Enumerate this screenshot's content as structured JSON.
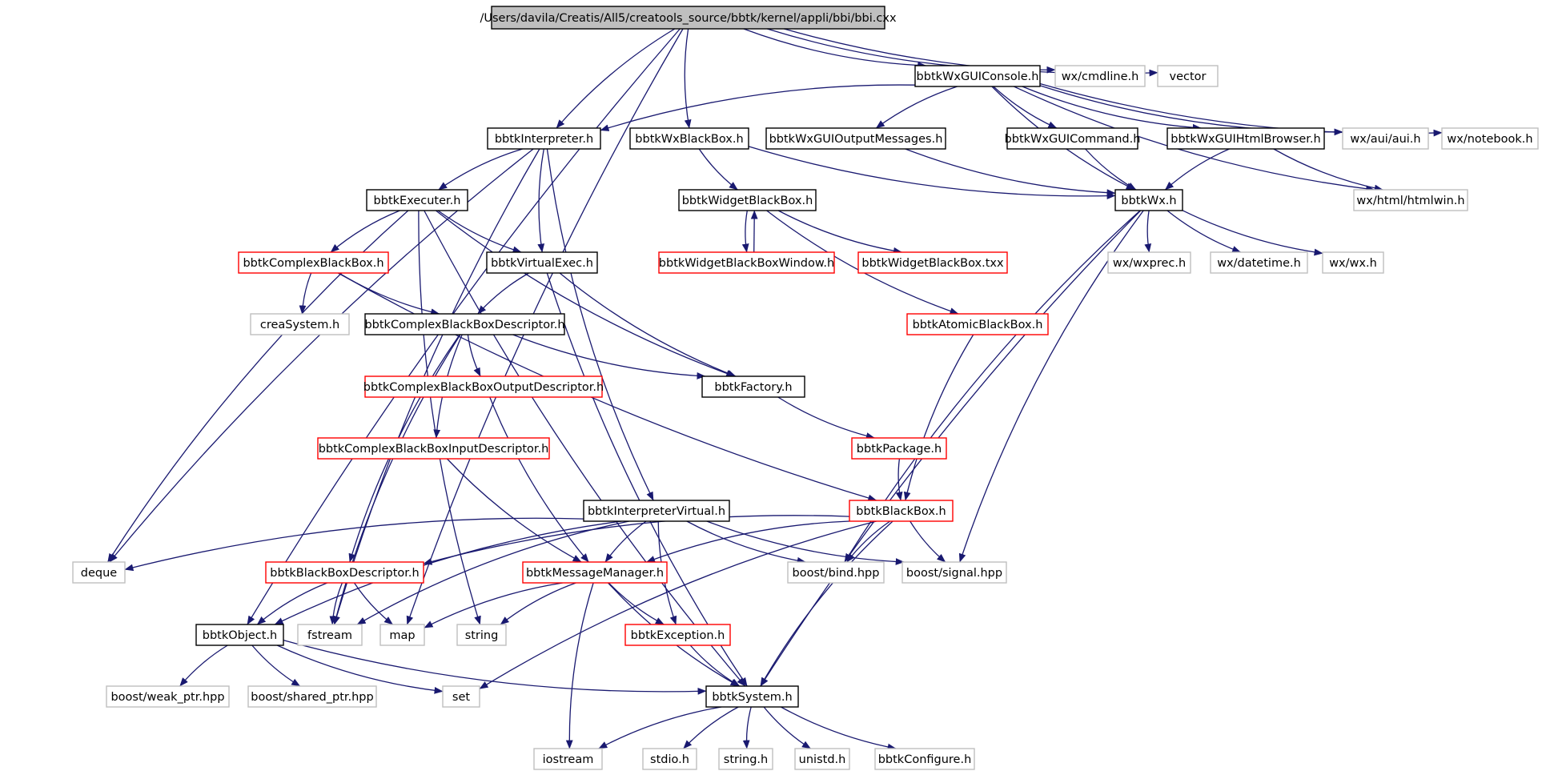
{
  "graph": {
    "nodes": [
      {
        "id": "bbi",
        "label": "/Users/davila/Creatis/All5/creatools_source/bbtk/kernel/appli/bbi/bbi.cxx",
        "style": "root"
      },
      {
        "id": "wxguiconsole",
        "label": "bbtkWxGUIConsole.h",
        "style": "black"
      },
      {
        "id": "wxcmdline",
        "label": "wx/cmdline.h",
        "style": "gray"
      },
      {
        "id": "vector",
        "label": "vector",
        "style": "gray"
      },
      {
        "id": "interpreter",
        "label": "bbtkInterpreter.h",
        "style": "black"
      },
      {
        "id": "wxblackbox",
        "label": "bbtkWxBlackBox.h",
        "style": "black"
      },
      {
        "id": "wxguioutput",
        "label": "bbtkWxGUIOutputMessages.h",
        "style": "black"
      },
      {
        "id": "wxguicommand",
        "label": "bbtkWxGUICommand.h",
        "style": "black"
      },
      {
        "id": "wxguihtml",
        "label": "bbtkWxGUIHtmlBrowser.h",
        "style": "black"
      },
      {
        "id": "wxaui",
        "label": "wx/aui/aui.h",
        "style": "gray"
      },
      {
        "id": "wxnotebook",
        "label": "wx/notebook.h",
        "style": "gray"
      },
      {
        "id": "executer",
        "label": "bbtkExecuter.h",
        "style": "black"
      },
      {
        "id": "widgetbb",
        "label": "bbtkWidgetBlackBox.h",
        "style": "black"
      },
      {
        "id": "bbtkwx",
        "label": "bbtkWx.h",
        "style": "black"
      },
      {
        "id": "htmlwin",
        "label": "wx/html/htmlwin.h",
        "style": "gray"
      },
      {
        "id": "complexbb",
        "label": "bbtkComplexBlackBox.h",
        "style": "red"
      },
      {
        "id": "virtualexec",
        "label": "bbtkVirtualExec.h",
        "style": "black"
      },
      {
        "id": "widgetbbwindow",
        "label": "bbtkWidgetBlackBoxWindow.h",
        "style": "red"
      },
      {
        "id": "widgetbbtxx",
        "label": "bbtkWidgetBlackBox.txx",
        "style": "red"
      },
      {
        "id": "wxprec",
        "label": "wx/wxprec.h",
        "style": "gray"
      },
      {
        "id": "datetime",
        "label": "wx/datetime.h",
        "style": "gray"
      },
      {
        "id": "wxwx",
        "label": "wx/wx.h",
        "style": "gray"
      },
      {
        "id": "creasystem",
        "label": "creaSystem.h",
        "style": "gray"
      },
      {
        "id": "cbbdesc",
        "label": "bbtkComplexBlackBoxDescriptor.h",
        "style": "black"
      },
      {
        "id": "atomicbb",
        "label": "bbtkAtomicBlackBox.h",
        "style": "red"
      },
      {
        "id": "cbboutdesc",
        "label": "bbtkComplexBlackBoxOutputDescriptor.h",
        "style": "red"
      },
      {
        "id": "factory",
        "label": "bbtkFactory.h",
        "style": "black"
      },
      {
        "id": "cbbindesc",
        "label": "bbtkComplexBlackBoxInputDescriptor.h",
        "style": "red"
      },
      {
        "id": "package",
        "label": "bbtkPackage.h",
        "style": "red"
      },
      {
        "id": "interpvirtual",
        "label": "bbtkInterpreterVirtual.h",
        "style": "black"
      },
      {
        "id": "blackbox",
        "label": "bbtkBlackBox.h",
        "style": "red"
      },
      {
        "id": "deque",
        "label": "deque",
        "style": "gray"
      },
      {
        "id": "bbdesc",
        "label": "bbtkBlackBoxDescriptor.h",
        "style": "red"
      },
      {
        "id": "msgmanager",
        "label": "bbtkMessageManager.h",
        "style": "red"
      },
      {
        "id": "boostbind",
        "label": "boost/bind.hpp",
        "style": "gray"
      },
      {
        "id": "boostsignal",
        "label": "boost/signal.hpp",
        "style": "gray"
      },
      {
        "id": "object",
        "label": "bbtkObject.h",
        "style": "black"
      },
      {
        "id": "fstream",
        "label": "fstream",
        "style": "gray"
      },
      {
        "id": "map",
        "label": "map",
        "style": "gray"
      },
      {
        "id": "string",
        "label": "string",
        "style": "gray"
      },
      {
        "id": "exception",
        "label": "bbtkException.h",
        "style": "red"
      },
      {
        "id": "weakptr",
        "label": "boost/weak_ptr.hpp",
        "style": "gray"
      },
      {
        "id": "sharedptr",
        "label": "boost/shared_ptr.hpp",
        "style": "gray"
      },
      {
        "id": "set",
        "label": "set",
        "style": "gray"
      },
      {
        "id": "system",
        "label": "bbtkSystem.h",
        "style": "black"
      },
      {
        "id": "iostream",
        "label": "iostream",
        "style": "gray"
      },
      {
        "id": "stdio",
        "label": "stdio.h",
        "style": "gray"
      },
      {
        "id": "stringh",
        "label": "string.h",
        "style": "gray"
      },
      {
        "id": "unistd",
        "label": "unistd.h",
        "style": "gray"
      },
      {
        "id": "configure",
        "label": "bbtkConfigure.h",
        "style": "gray"
      }
    ],
    "edges": [
      [
        "bbi",
        "object"
      ],
      [
        "bbi",
        "map"
      ],
      [
        "bbi",
        "interpreter"
      ],
      [
        "bbi",
        "wxblackbox"
      ],
      [
        "bbi",
        "wxguiconsole"
      ],
      [
        "bbi",
        "wxcmdline"
      ],
      [
        "bbi",
        "vector"
      ],
      [
        "wxguiconsole",
        "interpreter"
      ],
      [
        "wxguiconsole",
        "wxguioutput"
      ],
      [
        "wxguiconsole",
        "wxguicommand"
      ],
      [
        "wxguiconsole",
        "wxguihtml"
      ],
      [
        "wxguiconsole",
        "wxaui"
      ],
      [
        "wxguiconsole",
        "wxnotebook"
      ],
      [
        "wxguiconsole",
        "bbtkwx"
      ],
      [
        "wxguiconsole",
        "htmlwin"
      ],
      [
        "interpreter",
        "executer"
      ],
      [
        "interpreter",
        "virtualexec"
      ],
      [
        "interpreter",
        "interpvirtual"
      ],
      [
        "interpreter",
        "deque"
      ],
      [
        "interpreter",
        "fstream"
      ],
      [
        "wxblackbox",
        "widgetbb"
      ],
      [
        "wxblackbox",
        "bbtkwx"
      ],
      [
        "wxguioutput",
        "bbtkwx"
      ],
      [
        "wxguicommand",
        "bbtkwx"
      ],
      [
        "wxguihtml",
        "bbtkwx"
      ],
      [
        "wxguihtml",
        "htmlwin"
      ],
      [
        "executer",
        "complexbb"
      ],
      [
        "executer",
        "virtualexec"
      ],
      [
        "executer",
        "factory"
      ],
      [
        "executer",
        "system"
      ],
      [
        "executer",
        "deque"
      ],
      [
        "executer",
        "string"
      ],
      [
        "widgetbb",
        "widgetbbwindow"
      ],
      [
        "widgetbbwindow",
        "widgetbb"
      ],
      [
        "widgetbb",
        "widgetbbtxx"
      ],
      [
        "widgetbb",
        "atomicbb"
      ],
      [
        "bbtkwx",
        "wxprec"
      ],
      [
        "bbtkwx",
        "datetime"
      ],
      [
        "bbtkwx",
        "wxwx"
      ],
      [
        "bbtkwx",
        "boostbind"
      ],
      [
        "bbtkwx",
        "boostsignal"
      ],
      [
        "bbtkwx",
        "system"
      ],
      [
        "complexbb",
        "creasystem"
      ],
      [
        "complexbb",
        "cbbdesc"
      ],
      [
        "complexbb",
        "blackbox"
      ],
      [
        "virtualexec",
        "cbbdesc"
      ],
      [
        "virtualexec",
        "factory"
      ],
      [
        "virtualexec",
        "system"
      ],
      [
        "cbbdesc",
        "cbboutdesc"
      ],
      [
        "cbbdesc",
        "cbbindesc"
      ],
      [
        "cbbdesc",
        "factory"
      ],
      [
        "cbbdesc",
        "bbdesc"
      ],
      [
        "cbbdesc",
        "fstream"
      ],
      [
        "atomicbb",
        "blackbox"
      ],
      [
        "cbboutdesc",
        "msgmanager"
      ],
      [
        "factory",
        "package"
      ],
      [
        "cbbindesc",
        "msgmanager"
      ],
      [
        "package",
        "blackbox"
      ],
      [
        "interpvirtual",
        "deque"
      ],
      [
        "interpvirtual",
        "object"
      ],
      [
        "interpvirtual",
        "msgmanager"
      ],
      [
        "interpvirtual",
        "exception"
      ],
      [
        "interpvirtual",
        "boostbind"
      ],
      [
        "interpvirtual",
        "boostsignal"
      ],
      [
        "interpvirtual",
        "fstream"
      ],
      [
        "blackbox",
        "bbdesc"
      ],
      [
        "blackbox",
        "msgmanager"
      ],
      [
        "blackbox",
        "boostbind"
      ],
      [
        "blackbox",
        "boostsignal"
      ],
      [
        "blackbox",
        "set"
      ],
      [
        "blackbox",
        "system"
      ],
      [
        "bbdesc",
        "object"
      ],
      [
        "bbdesc",
        "fstream"
      ],
      [
        "bbdesc",
        "map"
      ],
      [
        "msgmanager",
        "map"
      ],
      [
        "msgmanager",
        "string"
      ],
      [
        "msgmanager",
        "exception"
      ],
      [
        "msgmanager",
        "system"
      ],
      [
        "msgmanager",
        "iostream"
      ],
      [
        "object",
        "weakptr"
      ],
      [
        "object",
        "sharedptr"
      ],
      [
        "object",
        "set"
      ],
      [
        "object",
        "system"
      ],
      [
        "exception",
        "system"
      ],
      [
        "system",
        "iostream"
      ],
      [
        "system",
        "stdio"
      ],
      [
        "system",
        "stringh"
      ],
      [
        "system",
        "unistd"
      ],
      [
        "system",
        "configure"
      ]
    ]
  }
}
